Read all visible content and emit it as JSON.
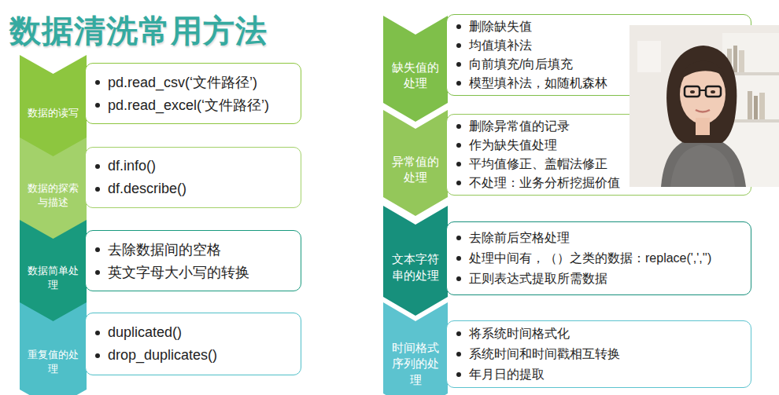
{
  "diagram": {
    "title": "数据清洗常用方法",
    "nodes": [
      {
        "text": [
          "数据的读写"
        ]
      },
      {
        "text": [
          "pd.read_csv(‘文件路径’)",
          "pd.read_excel(‘文件路径’)"
        ]
      },
      {
        "text": [
          "数据的探索与描述"
        ]
      },
      {
        "text": [
          "df.info()",
          "df.describe()"
        ]
      },
      {
        "text": [
          "数据简单处理"
        ]
      },
      {
        "text": [
          "去除数据间的空格",
          "英文字母大小写的转换"
        ]
      },
      {
        "text": [
          "重复值的处理"
        ]
      },
      {
        "text": [
          "duplicated()",
          "drop_duplicates()"
        ]
      },
      {
        "text": [
          "缺失值的处理"
        ]
      },
      {
        "text": [
          "删除缺失值",
          "均值填补法",
          "向前填充/向后填充",
          "模型填补法，如随机森林"
        ]
      },
      {
        "text": [
          "异常值的处理"
        ]
      },
      {
        "text": [
          "删除异常值的记录",
          "作为缺失值处理",
          "平均值修正、盖帽法修正",
          "不处理：业务分析挖掘价值"
        ]
      },
      {
        "text": [
          "文本字符串的处理"
        ]
      },
      {
        "text": [
          "去除前后空格处理",
          "处理中间有，（）之类的数据：replace(',','')",
          "正则表达式提取所需数据"
        ]
      },
      {
        "text": [
          "时间格式序列的处理"
        ]
      },
      {
        "text": [
          "将系统时间格式化",
          "系统时间和时间戳相互转换",
          "年月日的提取"
        ]
      }
    ]
  }
}
